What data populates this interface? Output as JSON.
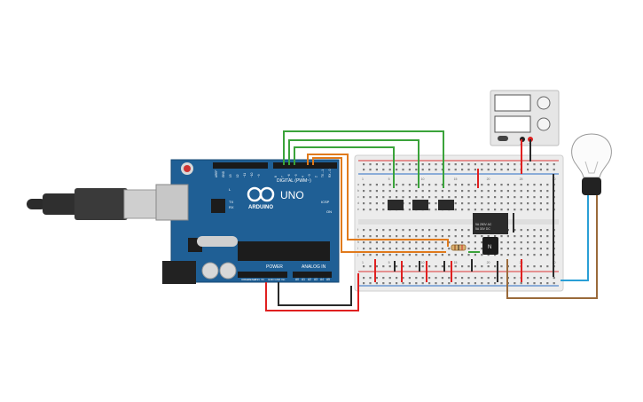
{
  "arduino": {
    "brand": "ARDUINO",
    "model": "UNO",
    "header_digital": "DIGITAL (PWM~)",
    "header_power": "POWER",
    "header_analog": "ANALOG IN",
    "icsp": "ICSP",
    "led_labels": [
      "L",
      "TX",
      "RX"
    ],
    "on_label": "ON",
    "digital_pins": [
      "AREF",
      "GND",
      "13",
      "12",
      "~11",
      "~10",
      "~9",
      "8",
      "7",
      "~6",
      "~5",
      "4",
      "~3",
      "2",
      "TX→1",
      "RX←0"
    ],
    "power_pins": [
      "IOREF",
      "RESET",
      "3.3V",
      "5V",
      "GND",
      "GND",
      "Vin"
    ],
    "analog_pins": [
      "A0",
      "A1",
      "A2",
      "A3",
      "A4",
      "A5"
    ]
  },
  "power_supply": {
    "terminals": [
      "-",
      "+"
    ]
  },
  "relay": {
    "ratings": [
      "5A 250V AC",
      "5A 30V DC"
    ],
    "label": "N"
  },
  "breadboard": {
    "column_numbers": [
      "1",
      "5",
      "10",
      "15",
      "20",
      "25",
      "30"
    ],
    "row_letters_top": [
      "a",
      "b",
      "c",
      "d",
      "e"
    ],
    "row_letters_bottom": [
      "f",
      "g",
      "h",
      "i",
      "j"
    ]
  },
  "colors": {
    "arduino_board": "#1f5f95",
    "wire_green": "#3aa33a",
    "wire_orange": "#e07a1c",
    "wire_red": "#e02020",
    "wire_black": "#2a2a2a",
    "wire_blue": "#2a9fd6",
    "wire_brown": "#9a6a3a",
    "relay_body": "#2b2b2b",
    "breadboard": "#ececec"
  }
}
